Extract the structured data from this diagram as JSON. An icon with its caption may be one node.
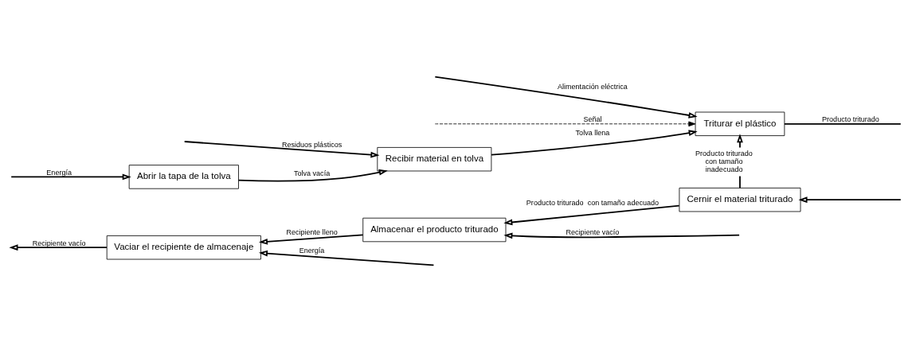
{
  "diagram": {
    "nodes": [
      {
        "text": [
          "Abrir la tapa de la tolva"
        ]
      },
      {
        "text": [
          "Recibir material en tolva"
        ]
      },
      {
        "text": [
          "Triturar el plástico"
        ]
      },
      {
        "text": [
          "Cernir el material triturado"
        ]
      },
      {
        "text": [
          "Almacenar el producto triturado"
        ]
      },
      {
        "text": [
          "Vaciar el recipiente de almacenaje"
        ]
      }
    ],
    "edges": [
      {
        "from": null,
        "to": 0,
        "arrow": "to",
        "label": "Energía"
      },
      {
        "from": 0,
        "to": 1,
        "arrow": "to",
        "label": "Tolva vacía"
      },
      {
        "from": null,
        "to": 1,
        "arrow": "to",
        "label": "Residuos plásticos"
      },
      {
        "from": 1,
        "to": 2,
        "arrow": "to",
        "label": "Tolva llena"
      },
      {
        "from": null,
        "to": 2,
        "arrow": "to",
        "label": "Alimentación eléctrica"
      },
      {
        "from": null,
        "to": 2,
        "arrow": "to",
        "label": "Señal",
        "style": "dashed"
      },
      {
        "from": 2,
        "to": null,
        "arrow": "none",
        "label": "Producto triturado"
      },
      {
        "from": null,
        "to": 3,
        "arrow": "to"
      },
      {
        "from": 3,
        "to": 2,
        "arrow": "to",
        "label": "Producto triturado con tamaño inadecuado"
      },
      {
        "from": 3,
        "to": 4,
        "arrow": "to",
        "label": "Producto triturado  con tamaño adecuado"
      },
      {
        "from": null,
        "to": 4,
        "arrow": "to",
        "label": "Recipiente vacío"
      },
      {
        "from": 4,
        "to": 5,
        "arrow": "to",
        "label": "Recipiente lleno"
      },
      {
        "from": null,
        "to": 5,
        "arrow": "to",
        "label": "Energía"
      },
      {
        "from": 5,
        "to": null,
        "arrow": "to",
        "label": "Recipiente vacío"
      }
    ]
  }
}
